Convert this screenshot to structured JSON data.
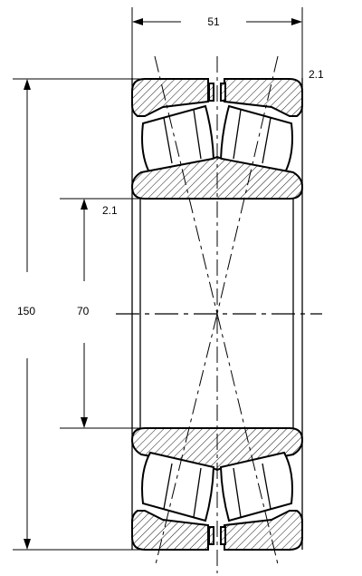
{
  "labels": {
    "width": "51",
    "chamfer_outer": "2.1",
    "chamfer_inner": "2.1",
    "outer_diameter": "150",
    "bore_diameter": "70"
  }
}
